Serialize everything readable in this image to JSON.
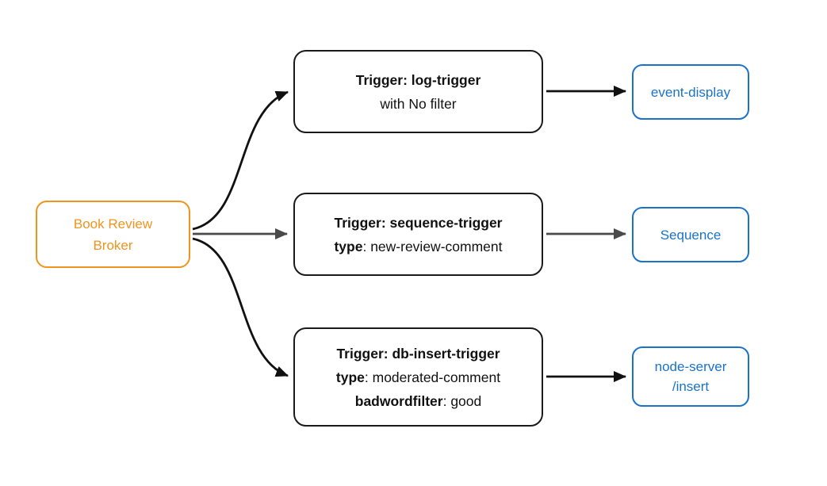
{
  "diagram": {
    "broker": {
      "label": "Book Review Broker"
    },
    "triggers": [
      {
        "title": "Trigger: log-trigger",
        "line2_bold": "",
        "line2_rest": "with No filter"
      },
      {
        "title": "Trigger: sequence-trigger",
        "line2_bold": "type",
        "line2_rest": ": new-review-comment"
      },
      {
        "title": "Trigger: db-insert-trigger",
        "line2_bold": "type",
        "line2_rest": ": moderated-comment",
        "line3_bold": "badwordfilter",
        "line3_rest": ": good"
      }
    ],
    "sinks": [
      {
        "label": "event-display"
      },
      {
        "label": "Sequence"
      },
      {
        "label": "node-server /insert"
      }
    ],
    "colors": {
      "broker_accent": "#f0941f",
      "sink_accent": "#1a73c8",
      "node_border": "#1a1a1a",
      "arrow": "#111111",
      "arrow_middle": "#4a4a4a"
    }
  }
}
